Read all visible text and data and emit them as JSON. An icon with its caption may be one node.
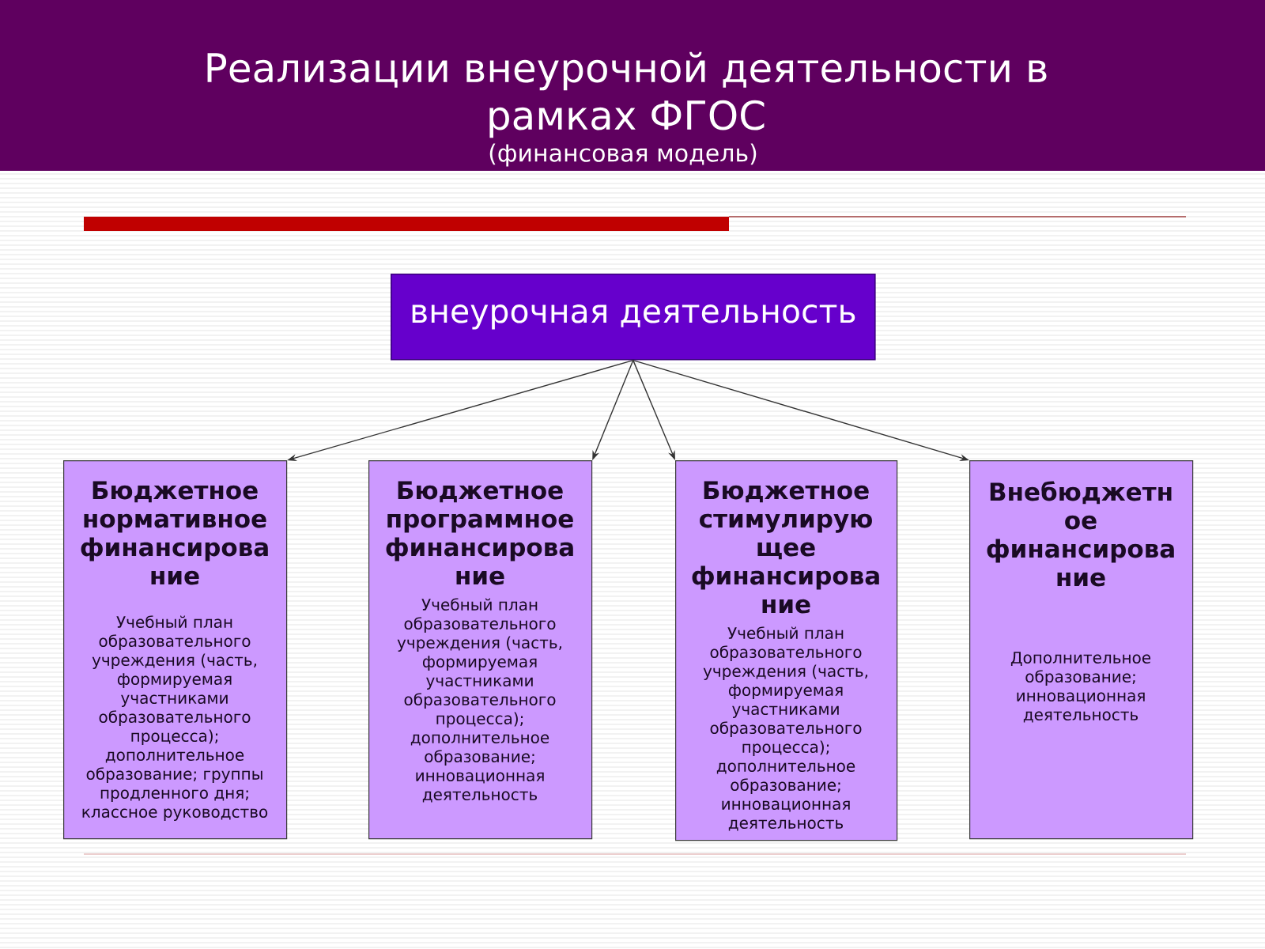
{
  "diagram": {
    "title": "Реализации внеурочной деятельности в рамках ФГОС",
    "nodes": [
      {
        "text": [
          "внеурочная деятельность"
        ]
      },
      {
        "text": [
          "Бюджетное нормативное финансирова ние",
          "Учебный план образовательного учреждения (часть, формируемая участниками образовательного процесса); дополнительное образование; группы продленного дня; классное руководство"
        ]
      },
      {
        "text": [
          "Бюджетное программное финансирова ние",
          "Учебный план образовательного учреждения (часть, формируемая участниками образовательного процесса); дополнительное образование; инновационная деятельность"
        ]
      },
      {
        "text": [
          "Бюджетное стимулирую щее финансирова ние",
          "Учебный план образовательного учреждения (часть, формируемая участниками образовательного процесса); дополнительное образование; инновационная деятельность"
        ]
      },
      {
        "text": [
          "Внебюджетн ое финансирова ние",
          "Дополнительное образование; инновационная деятельность"
        ]
      }
    ],
    "edges": [
      {
        "from": 0,
        "to": 1,
        "arrow": "to"
      },
      {
        "from": 0,
        "to": 2,
        "arrow": "to"
      },
      {
        "from": 0,
        "to": 3,
        "arrow": "to"
      },
      {
        "from": 0,
        "to": 4,
        "arrow": "to"
      }
    ],
    "labels": [
      "(финансовая модель)"
    ]
  }
}
